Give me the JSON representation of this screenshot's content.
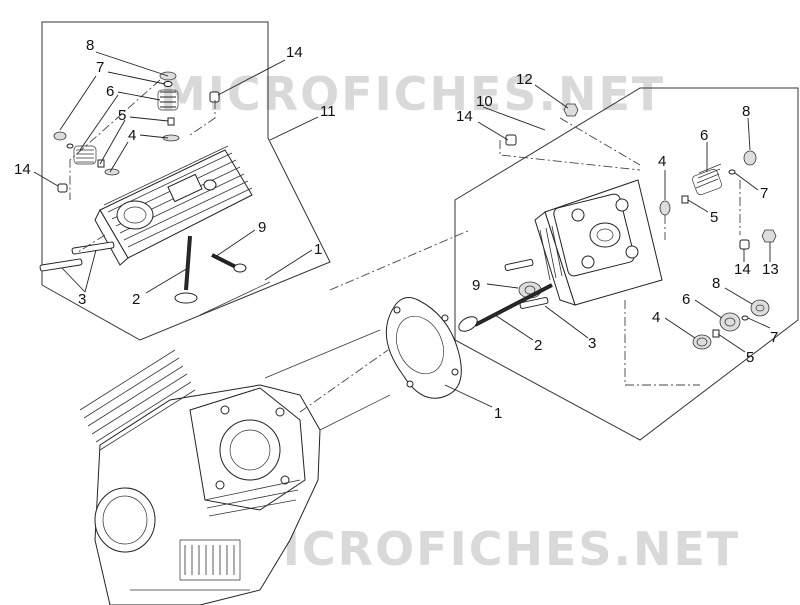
{
  "watermark": {
    "text": "MICROFICHES.NET"
  },
  "callouts": {
    "left_group": {
      "c8": "8",
      "c7": "7",
      "c6": "6",
      "c5": "5",
      "c4": "4",
      "c14_top": "14",
      "c11": "11",
      "c14_left": "14",
      "c9": "9",
      "c1": "1",
      "c2": "2",
      "c3": "3"
    },
    "right_group": {
      "c12": "12",
      "c10": "10",
      "c14": "14",
      "c4_upper": "4",
      "c6_upper": "6",
      "c8_upper": "8",
      "c7_upper": "7",
      "c5_upper": "5",
      "c14_lower": "14",
      "c13": "13",
      "c9": "9",
      "c8_lower": "8",
      "c6_lower": "6",
      "c4_lower": "4",
      "c7_lower": "7",
      "c5_lower": "5",
      "c2": "2",
      "c3": "3",
      "c1_gasket": "1"
    }
  }
}
